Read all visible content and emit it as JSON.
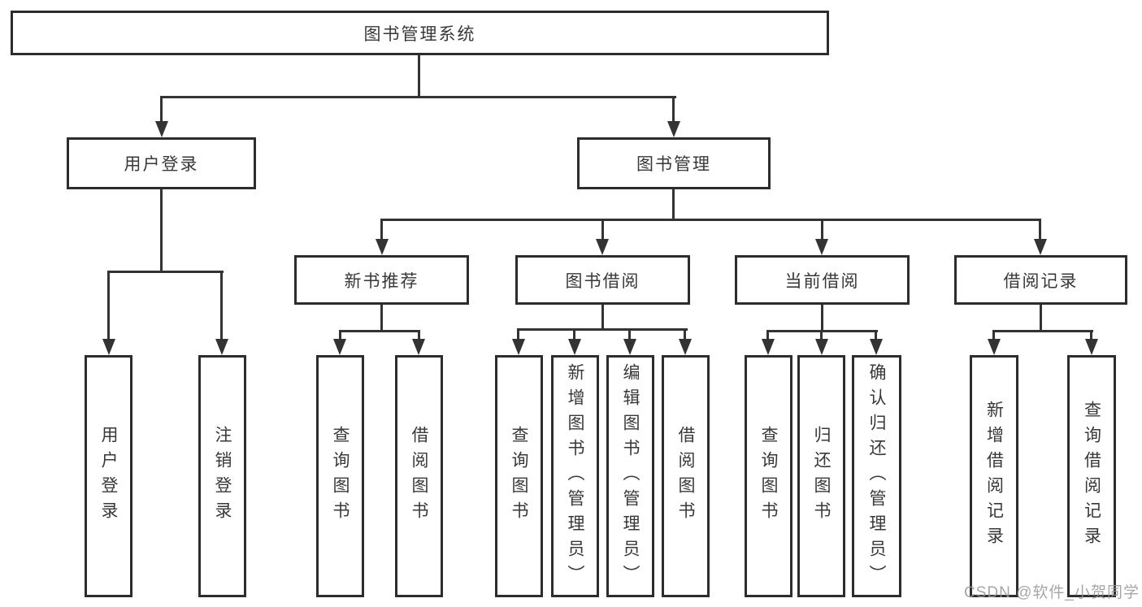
{
  "diagram": {
    "root": "图书管理系统",
    "branches": [
      "用户登录",
      "图书管理"
    ],
    "sections": [
      "新书推荐",
      "图书借阅",
      "当前借阅",
      "借阅记录"
    ],
    "leaves": {
      "user": [
        "用户登录",
        "注销登录"
      ],
      "newbook": [
        "查询图书",
        "借阅图书"
      ],
      "borrow": [
        "查询图书",
        "新增图书（管理员）",
        "编辑图书（管理员）",
        "借阅图书"
      ],
      "current": [
        "查询图书",
        "归还图书",
        "确认归还（管理员）"
      ],
      "records": [
        "新增借阅记录",
        "查询借阅记录"
      ]
    }
  },
  "watermark": "CSDN @软件_小贺同学",
  "colors": {
    "line": "#333333",
    "box_border": "#2d2d2d",
    "text": "#383838",
    "watermark": "#969696",
    "background": "#ffffff"
  }
}
